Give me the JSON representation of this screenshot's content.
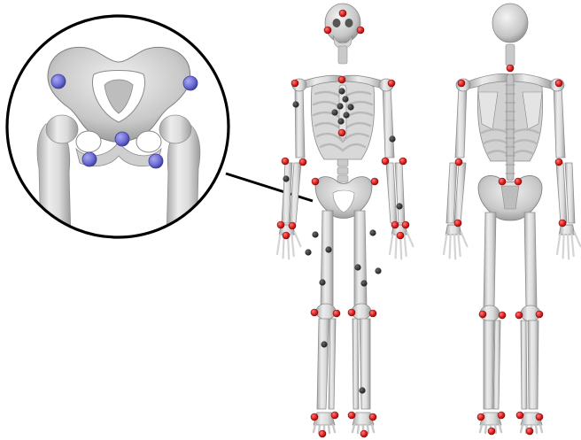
{
  "colors": {
    "background": "#ffffff",
    "bone_light": "#f2f2f2",
    "bone_mid": "#cfcfcf",
    "bone_shadow": "#9d9d9d",
    "marker_red": "#e02020",
    "marker_red_edge": "#7a0d0d",
    "marker_black": "#2a2a2a",
    "marker_blue": "#6f6fd8",
    "marker_blue_edge": "#3c3c9a",
    "callout_line": "#000000"
  },
  "figures": [
    {
      "view": "anterior",
      "marker_colors": [
        "red",
        "black"
      ]
    },
    {
      "view": "posterior",
      "marker_colors": [
        "red"
      ]
    },
    {
      "view": "pelvis-detail",
      "marker_colors": [
        "blue"
      ]
    }
  ]
}
